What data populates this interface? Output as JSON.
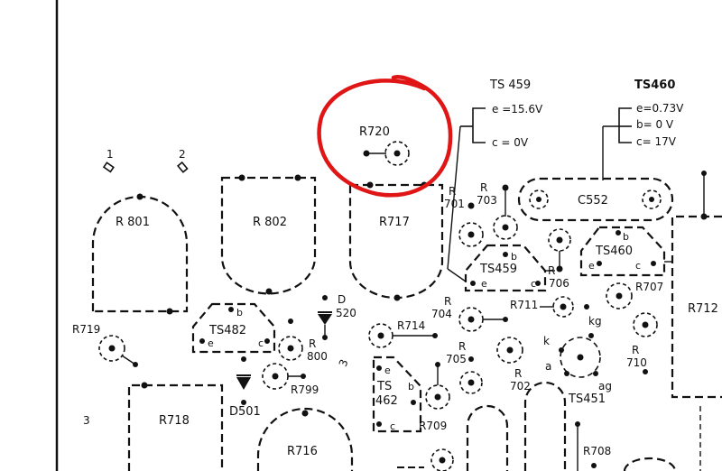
{
  "labels": {
    "r801": "R 801",
    "r802": "R 802",
    "r717": "R717",
    "r720": "R720",
    "r718": "R718",
    "r716": "R716",
    "r712": "R712",
    "r719": "R719",
    "r799": "R799",
    "r800_r": "R",
    "r800_n": "800",
    "d520_d": "D",
    "d520_n": "520",
    "d501": "D501",
    "r714": "R714",
    "r704_r": "R",
    "r704_n": "704",
    "r705_r": "R",
    "r705_n": "705",
    "r702_r": "R",
    "r702_n": "702",
    "r709": "R709",
    "r711": "R711",
    "r706_r": "R",
    "r706_n": "706",
    "r707": "R707",
    "r710_r": "R",
    "r710_n": "710",
    "r708": "R708",
    "r701_r": "R",
    "r701_n": "701",
    "r703_r": "R",
    "r703_n": "703",
    "c552": "C552",
    "ts459": "TS459",
    "ts460": "TS460",
    "ts482": "TS482",
    "ts462_ts": "TS",
    "ts462_n": "462",
    "ts451": "TS451",
    "pin_b": "b",
    "pin_c": "c",
    "pin_e": "e",
    "kg": "kg",
    "k": "k",
    "a": "a",
    "ag": "ag",
    "mark_1": "1",
    "mark_2": "2",
    "mark_3": "3"
  },
  "ts459_title": "TS 459",
  "ts459_voltages": {
    "e": "e =15.6V",
    "c": "c =   0V"
  },
  "ts460_title": "TS460",
  "ts460_voltages": {
    "e": "e=0.73V",
    "b": "b=  0  V",
    "c": "c=  17V"
  },
  "highlight_color": "#e01515"
}
